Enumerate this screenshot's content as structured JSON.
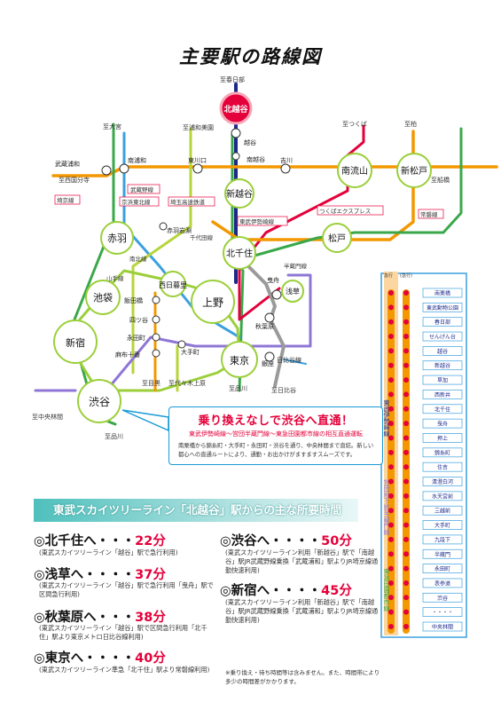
{
  "title": "主要駅の路線図",
  "map": {
    "direction_labels": {
      "kasukabe": "至春日部",
      "urawamisono": "至浦和美園",
      "tsukuba": "至つくば",
      "kashiwa": "至柏",
      "omiya": "至大宮",
      "nishikokubunji": "至西国分寺",
      "funabashi": "至船橋",
      "meguro": "至目黒",
      "yoyogiuehara": "至代々木上原",
      "shinagawa1": "至品川",
      "hibiya": "至日比谷",
      "chuorinkan": "至中央林間",
      "shinagawa2": "至品川"
    },
    "stations": {
      "kitakoshigaya": "北越谷",
      "koshigaya": "越谷",
      "shinkoshigaya": "新越谷",
      "minamikoshigaya": "南越谷",
      "higashikawaguchi": "東川口",
      "minamiurawa": "南浦和",
      "musashiurawa": "武蔵浦和",
      "yoshikawa": "吉川",
      "minaminagareyama": "南流山",
      "shinmatsudo": "新松戸",
      "matsudo": "松戸",
      "kitasenju": "北千住",
      "akabane": "赤羽",
      "akabaneiwabuchi": "赤羽岩淵",
      "ikebukuro": "池袋",
      "iidabashi": "飯田橋",
      "yotsuya": "四ツ谷",
      "nagatacho": "永田町",
      "azabujuban": "麻布十番",
      "nishinippori": "西日暮里",
      "ueno": "上野",
      "asakusa": "浅草",
      "hikifune": "曳舟",
      "akihabara": "秋葉原",
      "tokyo": "東京",
      "ginza": "銀座",
      "otemachi": "大手町",
      "shinjuku": "新宿",
      "shibuya": "渋谷",
      "hibiyasen": "日比谷線"
    },
    "line_labels": {
      "musashino1": "武蔵野線",
      "keihintohoku": "京浜東北線",
      "saitamakosoku": "埼玉高速鉄道",
      "saikyo": "埼京線",
      "tsukubaexpress": "つくばエクスプレス",
      "tobuisesaki": "東武伊勢崎線",
      "joban": "常磐線",
      "chiyoda": "千代田線",
      "nanboku": "南北線",
      "hanzomon": "半蔵門線",
      "yamanote": "山手線"
    }
  },
  "callout": {
    "headline": "乗り換えなしで渋谷へ直通！",
    "subline": "東武伊勢崎線〜営団半蔵門線〜東急田園都市線の相互直通運転",
    "body": "南栗橋から錦糸町・大手町・永田町・渋谷を通り、中央林間まで直結。新しい都心への直通ルートにより、通勤・お出かけがますますスムーズです。"
  },
  "banner": "東武スカイツリーライン「北越谷」駅からの主な所要時間",
  "times": [
    {
      "dest": "◎北千住へ・・・",
      "min": "22分",
      "note": "(東武スカイツリーライン「越谷」駅で急行利用)"
    },
    {
      "dest": "◎浅草へ・・・・",
      "min": "37分",
      "note": "(東武スカイツリーライン「越谷」駅で急行利用「曳舟」駅で区間急行利用)"
    },
    {
      "dest": "◎秋葉原へ・・・",
      "min": "38分",
      "note": "(東武スカイツリーライン「越谷」駅で区間急行利用「北千住」駅より東京メトロ日比谷線利用)"
    },
    {
      "dest": "◎東京へ・・・・",
      "min": "40分",
      "note": "(東武スカイツリーライン準急「北千住」駅より常磐線利用)"
    },
    {
      "dest": "◎渋谷へ・・・・",
      "min": "50分",
      "note": "(東武スカイツリーライン利用「新越谷」駅で「南越谷」駅JR武蔵野線乗換「武蔵浦和」駅よりJR埼京線通勤快速利用)"
    },
    {
      "dest": "◎新宿へ・・・・",
      "min": "45分",
      "note": "(東武スカイツリーライン利用「新越谷」駅で「南越谷」駅JR武蔵野線乗換「武蔵浦和」駅よりJR埼京線通勤快速利用)"
    }
  ],
  "footnote": "※乗り換え・待ち時間等は含みません。また、時間帯により多少の時間差がかかります。",
  "route": {
    "left_header": "東武伊勢崎線",
    "mid_label": "営団地下鉄半蔵門線",
    "right_label": "東急田園都市線",
    "top_tag1": "急行",
    "top_tag2": "(急行)",
    "stations": [
      "南栗橋",
      "東武動物公園",
      "春日部",
      "せんげん台",
      "越谷",
      "新越谷",
      "草加",
      "西新井",
      "北千住",
      "曳舟",
      "押上",
      "錦糸町",
      "住吉",
      "清澄白河",
      "水天宮前",
      "三越前",
      "大手町",
      "九段下",
      "半蔵門",
      "永田町",
      "表参道",
      "渋谷",
      "・・・・",
      "中央林間"
    ]
  },
  "colors": {
    "tobu": "#1b2a8a",
    "red": "#e4003a",
    "green": "#3aa84a",
    "orange": "#f39800",
    "hibiya": "#9a9a9a",
    "hanzomon": "#8f76d6",
    "saikyo": "#3aa84a",
    "accent_blue": "#1a9ad6",
    "banner": "#4fc0bd"
  }
}
